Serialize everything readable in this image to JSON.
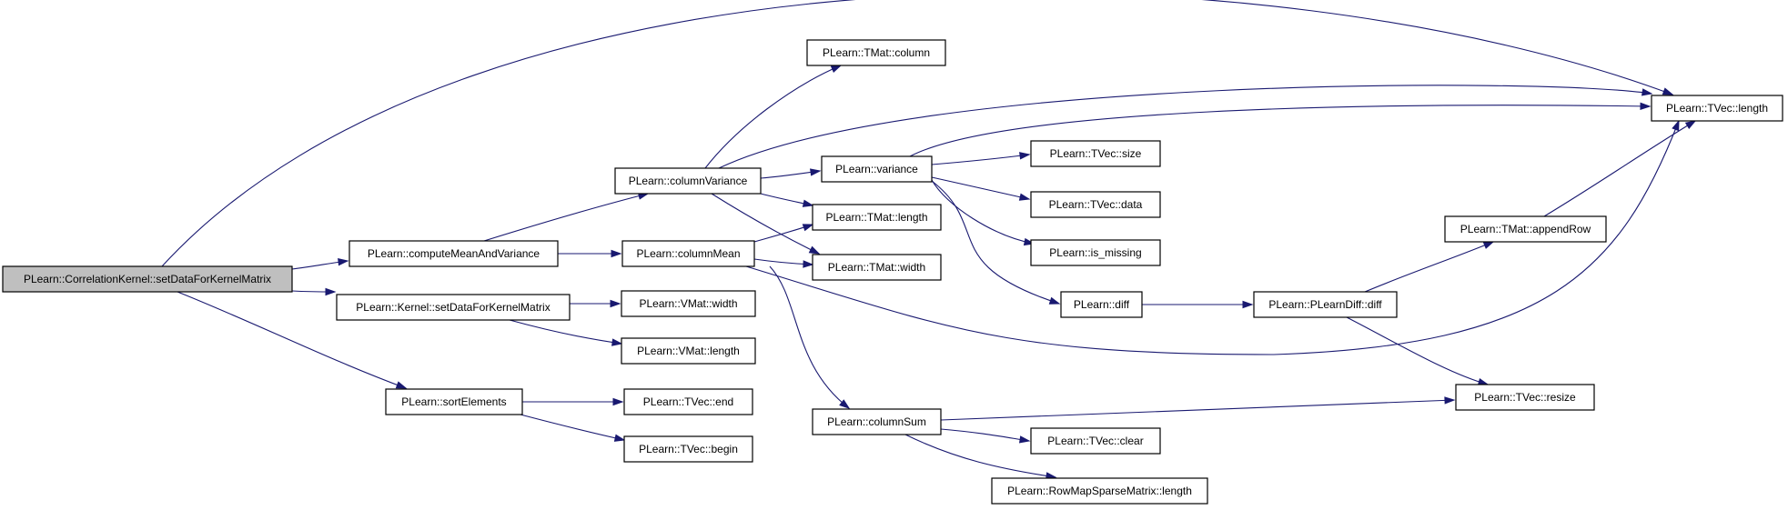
{
  "nodes": [
    {
      "id": "root",
      "label": "PLearn::CorrelationKernel::setDataForKernelMatrix",
      "root": true
    },
    {
      "id": "computeMeanAndVariance",
      "label": "PLearn::computeMeanAndVariance"
    },
    {
      "id": "kernelSetData",
      "label": "PLearn::Kernel::setDataForKernelMatrix"
    },
    {
      "id": "sortElements",
      "label": "PLearn::sortElements"
    },
    {
      "id": "columnVariance",
      "label": "PLearn::columnVariance"
    },
    {
      "id": "columnMean",
      "label": "PLearn::columnMean"
    },
    {
      "id": "vmatWidth",
      "label": "PLearn::VMat::width"
    },
    {
      "id": "vmatLength",
      "label": "PLearn::VMat::length"
    },
    {
      "id": "tvecEnd",
      "label": "PLearn::TVec::end"
    },
    {
      "id": "tvecBegin",
      "label": "PLearn::TVec::begin"
    },
    {
      "id": "tmatColumn",
      "label": "PLearn::TMat::column"
    },
    {
      "id": "variance",
      "label": "PLearn::variance"
    },
    {
      "id": "tmatLength",
      "label": "PLearn::TMat::length"
    },
    {
      "id": "tmatWidth",
      "label": "PLearn::TMat::width"
    },
    {
      "id": "columnSum",
      "label": "PLearn::columnSum"
    },
    {
      "id": "tvecSize",
      "label": "PLearn::TVec::size"
    },
    {
      "id": "tvecData",
      "label": "PLearn::TVec::data"
    },
    {
      "id": "isMissing",
      "label": "PLearn::is_missing"
    },
    {
      "id": "diff",
      "label": "PLearn::diff"
    },
    {
      "id": "tvecClear",
      "label": "PLearn::TVec::clear"
    },
    {
      "id": "rowMapLength",
      "label": "PLearn::RowMapSparseMatrix::length"
    },
    {
      "id": "plearnDiff",
      "label": "PLearn::PLearnDiff::diff"
    },
    {
      "id": "appendRow",
      "label": "PLearn::TMat::appendRow"
    },
    {
      "id": "tvecLength",
      "label": "PLearn::TVec::length"
    },
    {
      "id": "tvecResize",
      "label": "PLearn::TVec::resize"
    }
  ],
  "edges": [
    {
      "from": "root",
      "to": "tvecLength"
    },
    {
      "from": "root",
      "to": "computeMeanAndVariance"
    },
    {
      "from": "root",
      "to": "kernelSetData"
    },
    {
      "from": "root",
      "to": "sortElements"
    },
    {
      "from": "computeMeanAndVariance",
      "to": "columnVariance"
    },
    {
      "from": "computeMeanAndVariance",
      "to": "columnMean"
    },
    {
      "from": "kernelSetData",
      "to": "vmatWidth"
    },
    {
      "from": "kernelSetData",
      "to": "vmatLength"
    },
    {
      "from": "sortElements",
      "to": "tvecEnd"
    },
    {
      "from": "sortElements",
      "to": "tvecBegin"
    },
    {
      "from": "columnVariance",
      "to": "tmatColumn"
    },
    {
      "from": "columnVariance",
      "to": "tvecLength"
    },
    {
      "from": "columnVariance",
      "to": "variance"
    },
    {
      "from": "columnVariance",
      "to": "tmatLength"
    },
    {
      "from": "columnVariance",
      "to": "tmatWidth"
    },
    {
      "from": "columnMean",
      "to": "tmatLength"
    },
    {
      "from": "columnMean",
      "to": "tmatWidth"
    },
    {
      "from": "columnMean",
      "to": "columnSum"
    },
    {
      "from": "columnMean",
      "to": "tvecLength"
    },
    {
      "from": "variance",
      "to": "tvecLength"
    },
    {
      "from": "variance",
      "to": "tvecSize"
    },
    {
      "from": "variance",
      "to": "tvecData"
    },
    {
      "from": "variance",
      "to": "isMissing"
    },
    {
      "from": "variance",
      "to": "diff"
    },
    {
      "from": "diff",
      "to": "plearnDiff"
    },
    {
      "from": "plearnDiff",
      "to": "appendRow"
    },
    {
      "from": "plearnDiff",
      "to": "tvecResize"
    },
    {
      "from": "appendRow",
      "to": "tvecLength"
    },
    {
      "from": "columnSum",
      "to": "tvecResize"
    },
    {
      "from": "columnSum",
      "to": "tvecClear"
    },
    {
      "from": "columnSum",
      "to": "rowMapLength"
    }
  ]
}
